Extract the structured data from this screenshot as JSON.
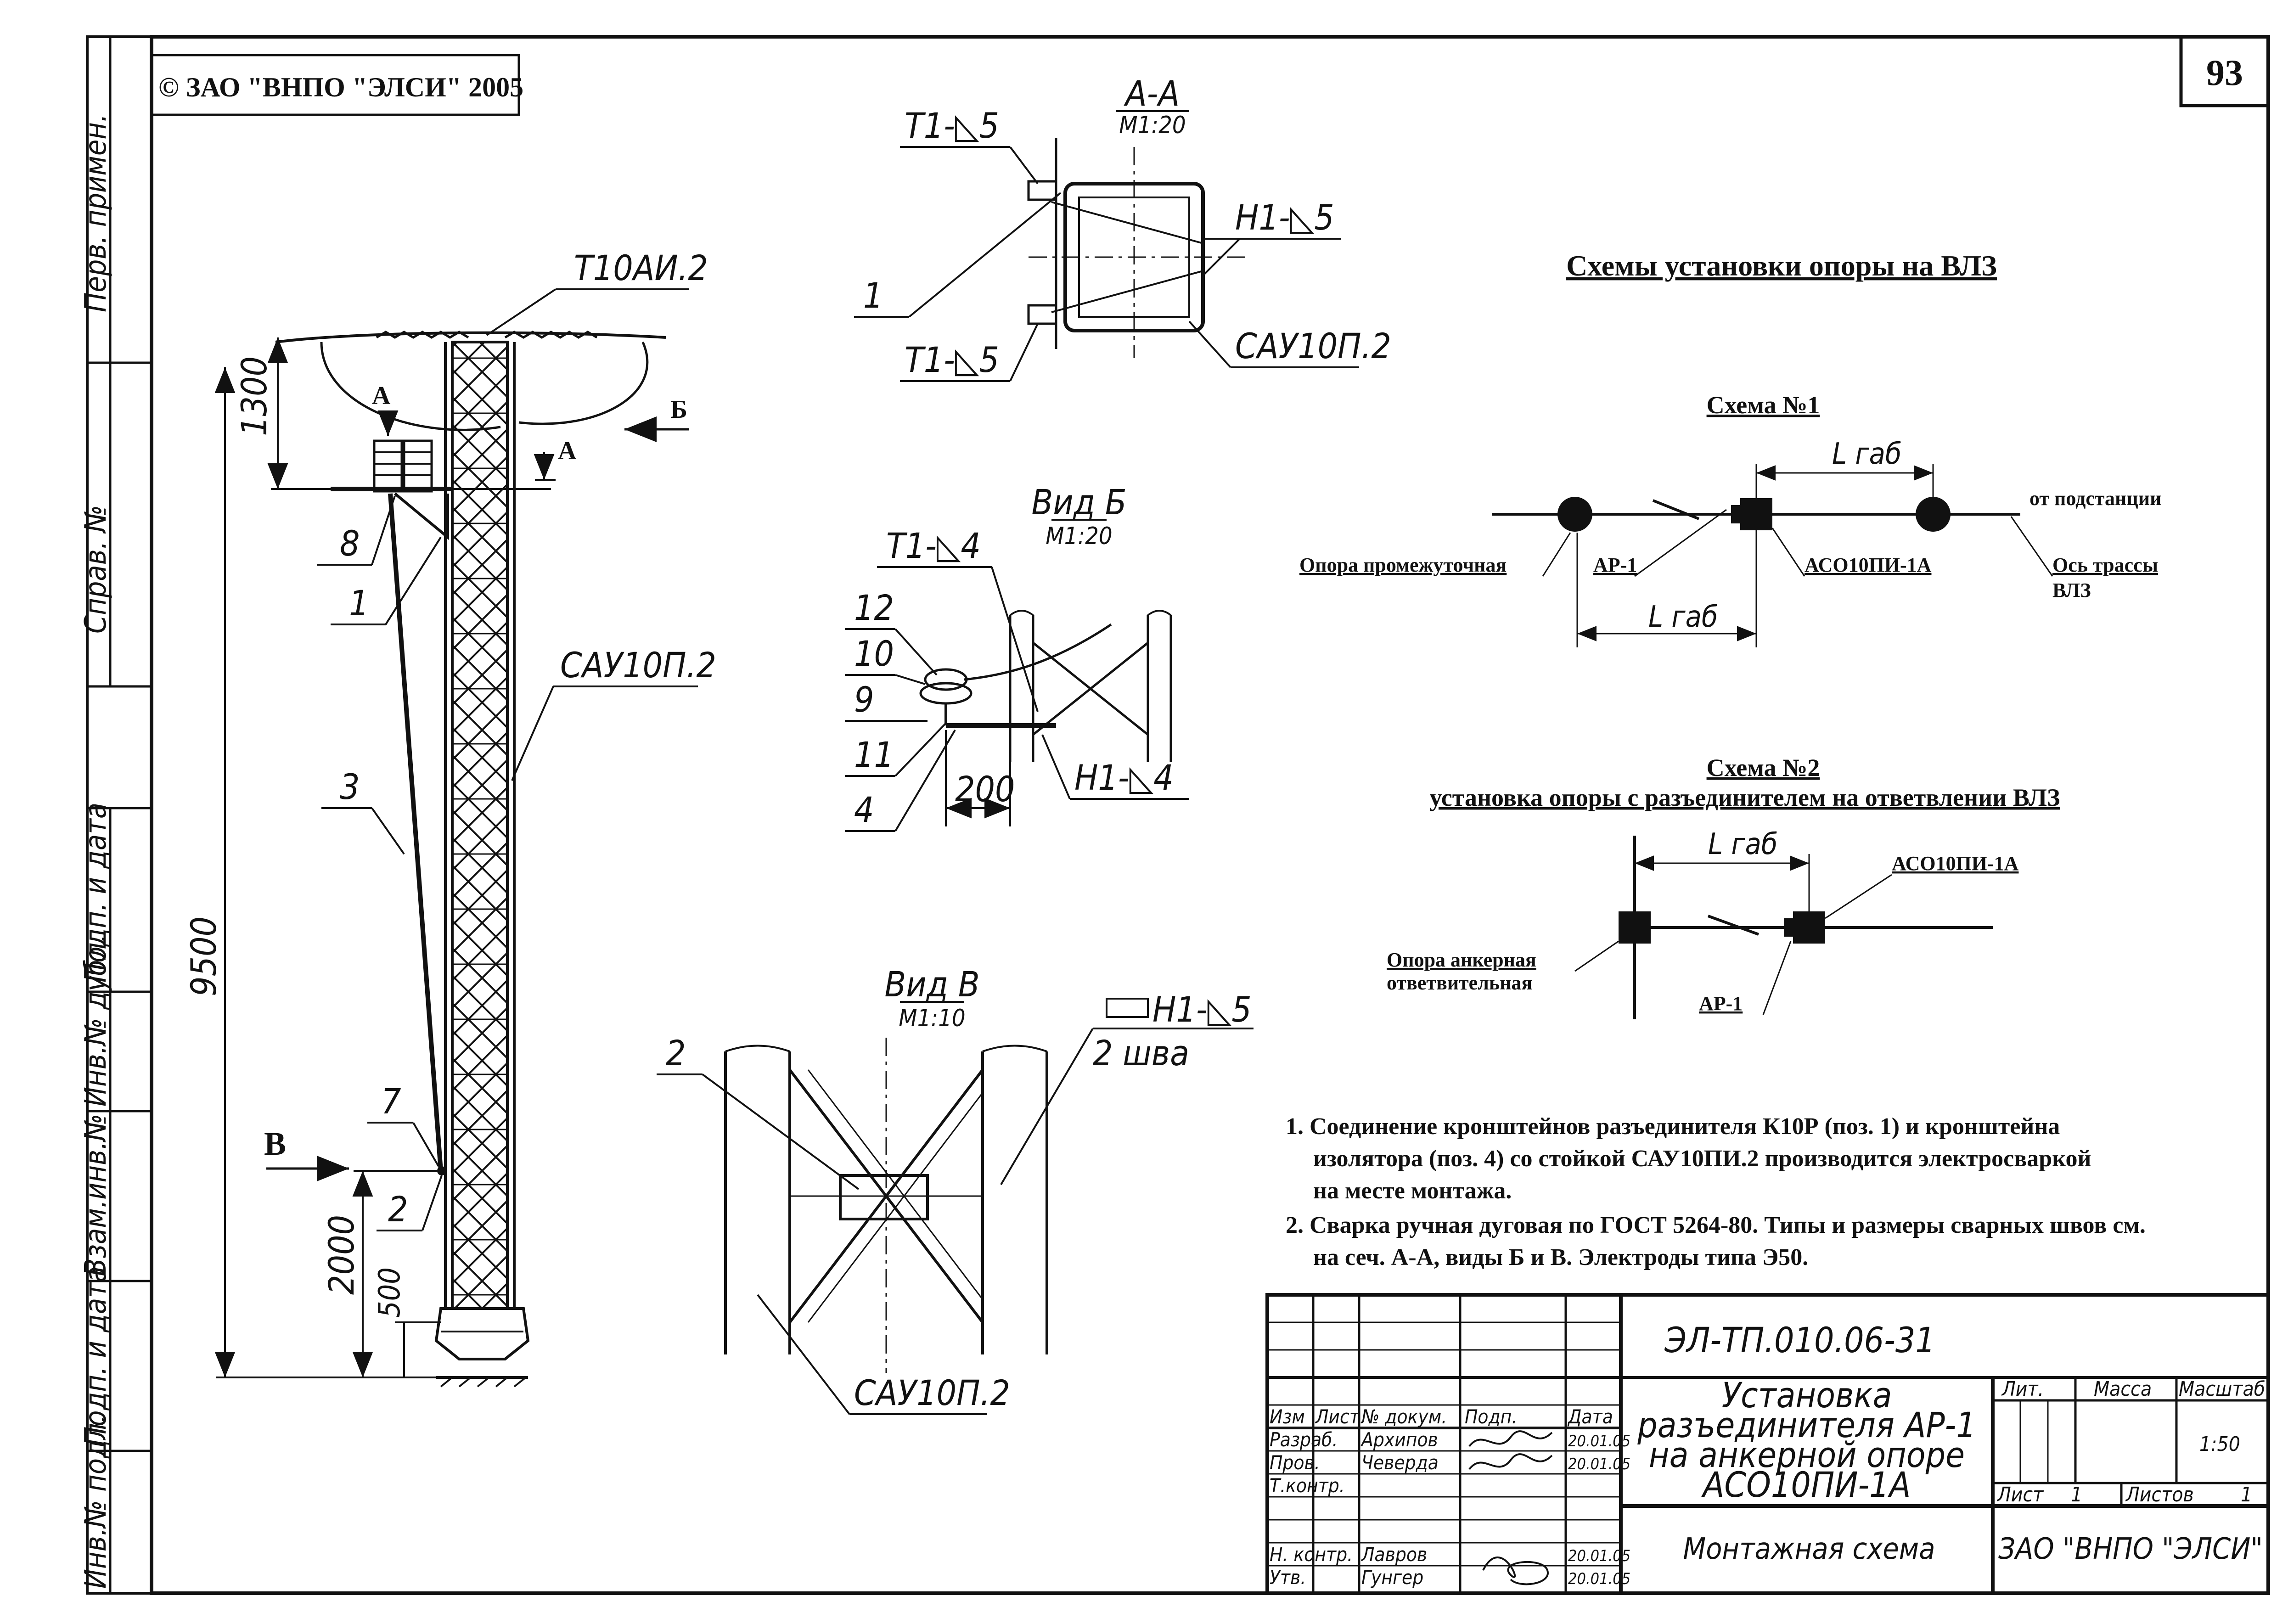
{
  "sheet": {
    "copyright": "© ЗАО \"ВНПО \"ЭЛСИ\" 2005",
    "page_number": "93",
    "left_strip": [
      "Перв. примен.",
      "Справ. №",
      "Подп. и дата",
      "Инв.№ дубл.",
      "Взам.инв.№",
      "Подп. и дата",
      "Инв.№ подл."
    ]
  },
  "main_view": {
    "top_label": "Т10АИ.2",
    "post_label": "САУ10П.2",
    "dim_1300": "1300",
    "dim_9500": "9500",
    "dim_2000": "2000",
    "dim_500": "500",
    "section_a": "А",
    "view_b_arrow": "Б",
    "view_v_arrow": "В",
    "pos": [
      "8",
      "1",
      "3",
      "7",
      "2"
    ]
  },
  "section_aa": {
    "title": "А-А",
    "scale": "М1:20",
    "weld_t1_top": "Т1-◺5",
    "weld_t1_bottom": "Т1-◺5",
    "weld_h1": "Н1-◺5",
    "post": "САУ10П.2",
    "pos": "1"
  },
  "view_b": {
    "title": "Вид Б",
    "scale": "М1:20",
    "weld_t1": "Т1-◺4",
    "weld_h1": "Н1-◺4",
    "dim": "200",
    "pos": [
      "12",
      "10",
      "9",
      "11",
      "4"
    ]
  },
  "view_v": {
    "title": "Вид В",
    "scale": "М1:10",
    "weld": "Н1-◺5",
    "welds_count": "2 шва",
    "post": "САУ10П.2",
    "pos": "2"
  },
  "schemes": {
    "heading": "Схемы установки опоры на ВЛЗ",
    "scheme1": {
      "title": "Схема №1",
      "lgab_top": "L габ",
      "lgab_bottom": "L габ",
      "from_substation": "от подстанции",
      "intermediate_support": "Опора промежуточная",
      "ar1": "АР-1",
      "aso": "АСО10ПИ-1А",
      "axis_line1": "Ось трассы",
      "axis_line2": "ВЛЗ"
    },
    "scheme2": {
      "title": "Схема №2",
      "subtitle": "установка опоры с разъединителем на ответвлении ВЛЗ",
      "lgab": "L габ",
      "aso": "АСО10ПИ-1А",
      "anchor_line1": "Опора анкерная",
      "anchor_line2": "ответвительная",
      "ar1": "АР-1"
    }
  },
  "notes": {
    "n1_l1": "1. Соединение кронштейнов разъединителя К10Р (поз. 1)   и кронштейна",
    "n1_l2": "изолятора (поз. 4) со стойкой САУ10ПИ.2 производится электросваркой",
    "n1_l3": "на месте монтажа.",
    "n2_l1": "2. Сварка ручная дуговая по ГОСТ 5264-80. Типы и размеры сварных швов см.",
    "n2_l2": "на сеч. А-А, виды Б и В. Электроды типа Э50."
  },
  "title_block": {
    "doc_code": "ЭЛ-ТП.010.06-31",
    "title_l1": "Установка",
    "title_l2": "разъединителя АР-1",
    "title_l3": "на анкерной опоре",
    "title_l4": "АСО10ПИ-1А",
    "h_izm": "Изм",
    "h_list": "Лист",
    "h_doc": "№ докум.",
    "h_podp": "Подп.",
    "h_data": "Дата",
    "razrab": "Разраб.",
    "razrab_name": "Архипов",
    "razrab_date": "20.01.05",
    "prov": "Пров.",
    "prov_name": "Чеверда",
    "prov_date": "20.01.05",
    "tkontr": "Т.контр.",
    "nkontr": "Н. контр.",
    "nkontr_name": "Лавров",
    "nkontr_date": "20.01.05",
    "utv": "Утв.",
    "utv_name": "Гунгер",
    "utv_date": "20.01.05",
    "lit": "Лит.",
    "massa": "Масса",
    "masshtab": "Масштаб",
    "scale_value": "1:50",
    "list_label": "Лист",
    "list_num": "1",
    "listov_label": "Листов",
    "listov_num": "1",
    "doc_type": "Монтажная схема",
    "org": "ЗАО \"ВНПО \"ЭЛСИ\""
  }
}
